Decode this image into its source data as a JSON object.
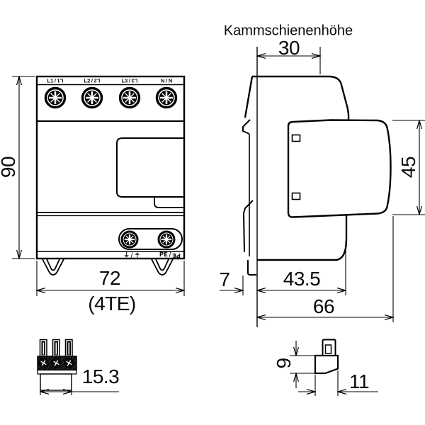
{
  "side_view": {
    "title": "Kammschienenhöhe",
    "dim_busbar_width": "30",
    "dim_module_height": "45",
    "dim_rail_offset": "7",
    "dim_base_depth": "43.5",
    "dim_total_depth": "66"
  },
  "front_view": {
    "label_separator": "/",
    "terminal_labels": [
      {
        "main": "L1",
        "mirrored": "L1"
      },
      {
        "main": "L2",
        "mirrored": "L2"
      },
      {
        "main": "L3",
        "mirrored": "L3"
      },
      {
        "main": "N",
        "mirrored": "N"
      }
    ],
    "bottom_labels": [
      {
        "main": "⏚",
        "mirrored": "⏚"
      },
      {
        "main": "PE",
        "mirrored": "PE"
      }
    ],
    "dim_height": "90",
    "dim_width": "72",
    "dim_width_units": "(4TE)"
  },
  "detail_terminal_block": {
    "dim_width": "15.3"
  },
  "detail_contact": {
    "dim_height": "9",
    "dim_width": "11"
  },
  "colors": {
    "line": "#000000",
    "background": "#ffffff"
  }
}
